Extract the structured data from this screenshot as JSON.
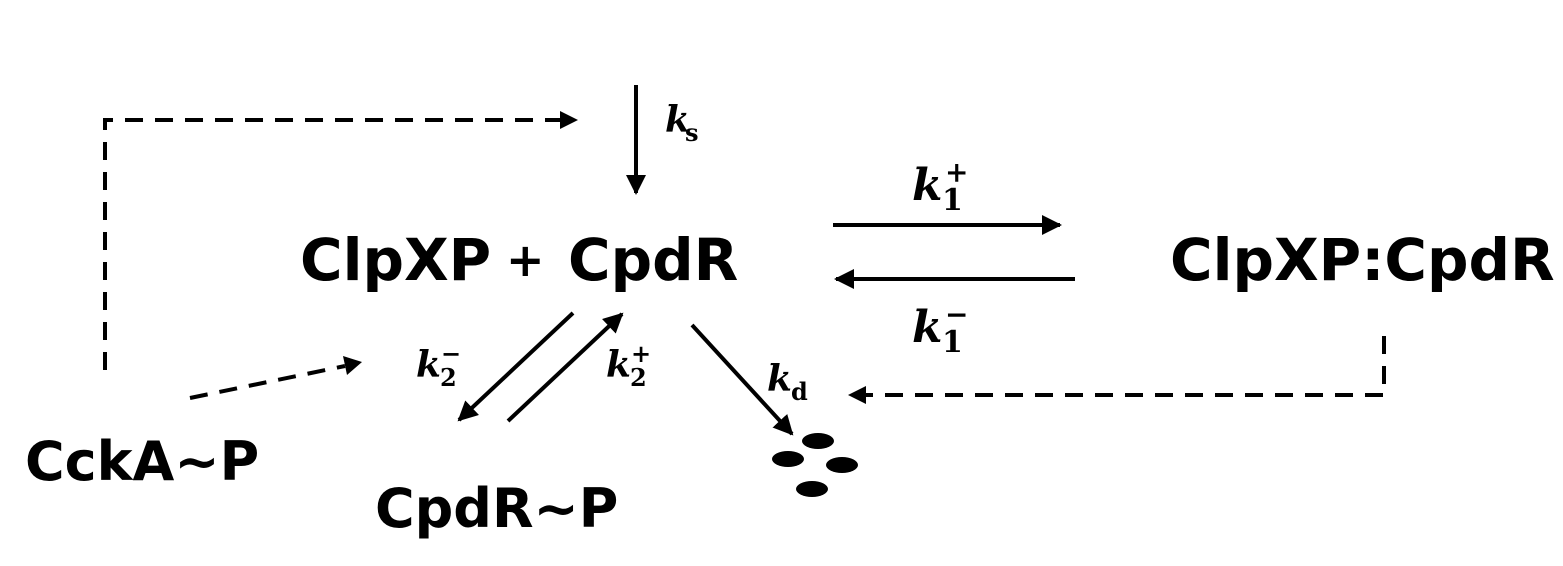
{
  "species": {
    "clpxp": "ClpXP",
    "plus": "+",
    "cpdr": "CpdR",
    "complex": "ClpXP:CpdR",
    "cpdr_p": "CpdR~P",
    "ccka_p": "CckA~P"
  },
  "rates": {
    "ks": {
      "base": "k",
      "sub": "s"
    },
    "k1_plus": {
      "base": "k",
      "sub": "1",
      "sup": "+"
    },
    "k1_minus": {
      "base": "k",
      "sub": "1",
      "sup": "−"
    },
    "k2_minus": {
      "base": "k",
      "sub": "2",
      "sup": "−"
    },
    "k2_plus": {
      "base": "k",
      "sub": "2",
      "sup": "+"
    },
    "kd": {
      "base": "k",
      "sub": "d"
    }
  },
  "colors": {
    "foreground": "#000000",
    "background": "#ffffff"
  }
}
